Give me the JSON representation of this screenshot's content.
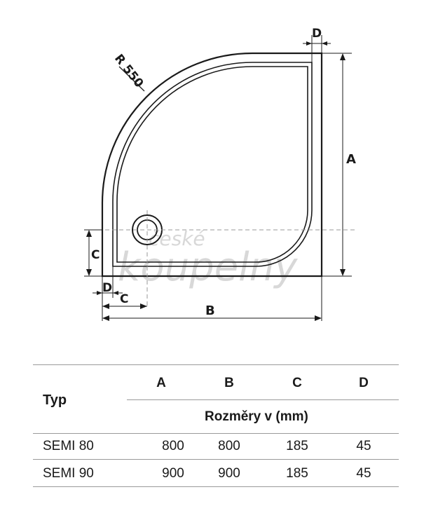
{
  "drawing": {
    "labels": {
      "radius": "R 550",
      "a": "A",
      "b": "B",
      "c_left": "C",
      "c_bottom": "C",
      "d_top": "D",
      "d_bottom": "D"
    },
    "watermark": {
      "line1": "české",
      "line2": "koupelny"
    },
    "line_color": "#1a1a1a"
  },
  "table": {
    "typ_header": "Typ",
    "columns": [
      "A",
      "B",
      "C",
      "D"
    ],
    "units": "Rozměry v (mm)",
    "rows": [
      {
        "typ": "SEMI 80",
        "values": [
          "800",
          "800",
          "185",
          "45"
        ]
      },
      {
        "typ": "SEMI 90",
        "values": [
          "900",
          "900",
          "185",
          "45"
        ]
      }
    ]
  }
}
